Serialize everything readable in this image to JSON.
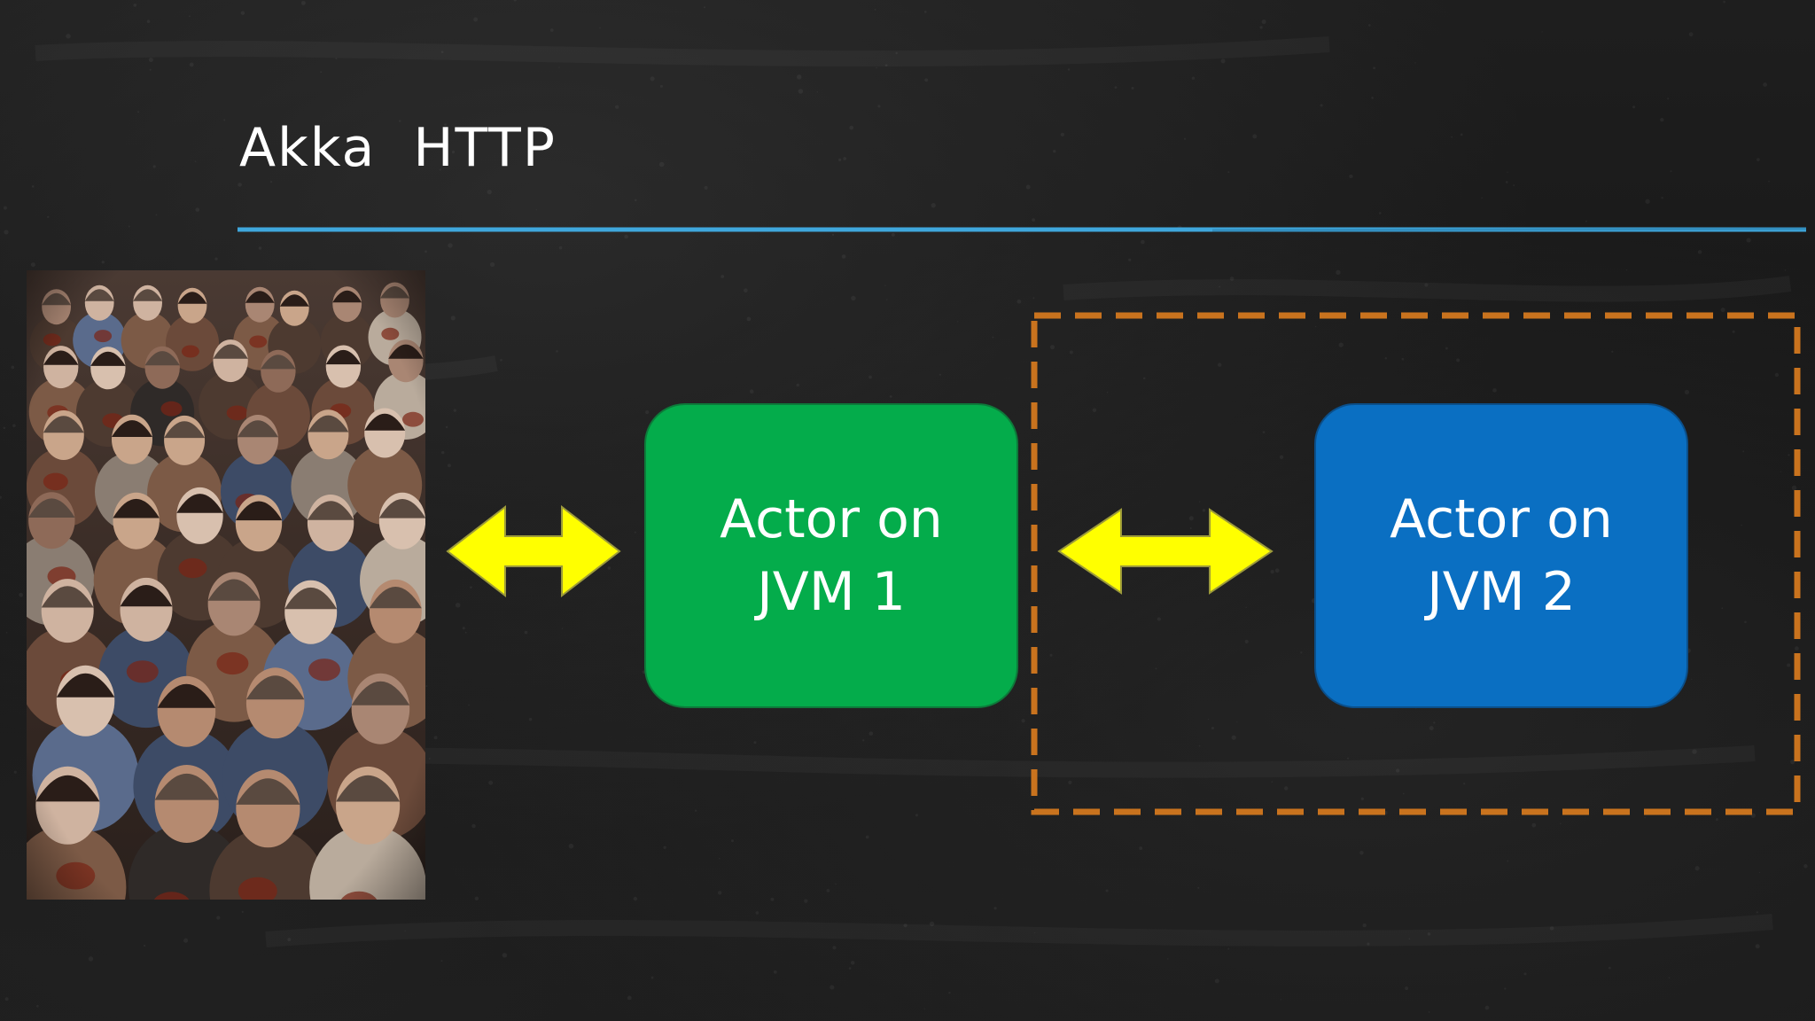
{
  "slide": {
    "title": "Akka  HTTP",
    "accent_line_color": "#3fa7dc"
  },
  "actors": [
    {
      "line1": "Actor on",
      "line2": "JVM 1",
      "fill_color": "#04ac4b"
    },
    {
      "line1": "Actor on",
      "line2": "JVM 2",
      "fill_color": "#0a6fc2"
    }
  ],
  "arrows": {
    "color": "#ffff00",
    "style": "double-headed"
  },
  "boundary": {
    "color": "#c9731e",
    "style": "dashed"
  },
  "photo": {
    "subject": "crowd of zombies"
  }
}
